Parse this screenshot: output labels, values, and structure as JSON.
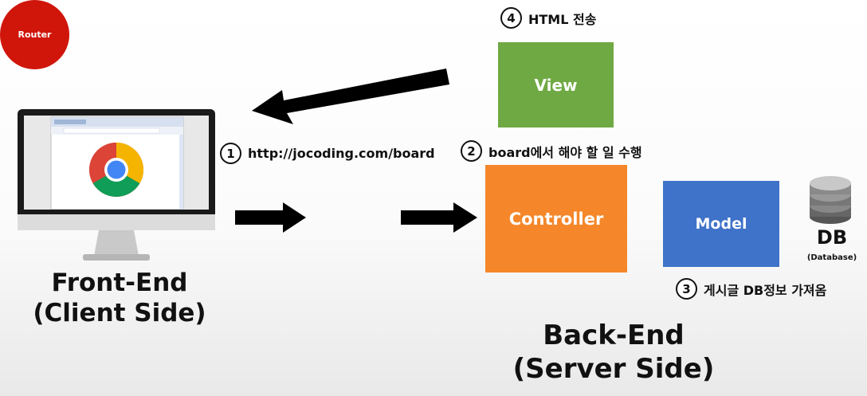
{
  "front_end": {
    "title_line1": "Front-End",
    "title_line2": "(Client Side)"
  },
  "back_end": {
    "title_line1": "Back-End",
    "title_line2": "(Server Side)"
  },
  "components": {
    "router": "Router",
    "controller": "Controller",
    "view": "View",
    "model": "Model",
    "db": "DB",
    "db_sub": "(Database)"
  },
  "steps": [
    {
      "num": "1",
      "text": "http://jocoding.com/board"
    },
    {
      "num": "2",
      "text": "board에서 해야 할 일 수행"
    },
    {
      "num": "3",
      "text": "게시글 DB정보 가져옴"
    },
    {
      "num": "4",
      "text": "HTML 전송"
    }
  ],
  "colors": {
    "view": "#6fa943",
    "controller": "#f5872a",
    "model": "#3f72c9",
    "router": "#d0160b",
    "arrow": "#000000"
  }
}
